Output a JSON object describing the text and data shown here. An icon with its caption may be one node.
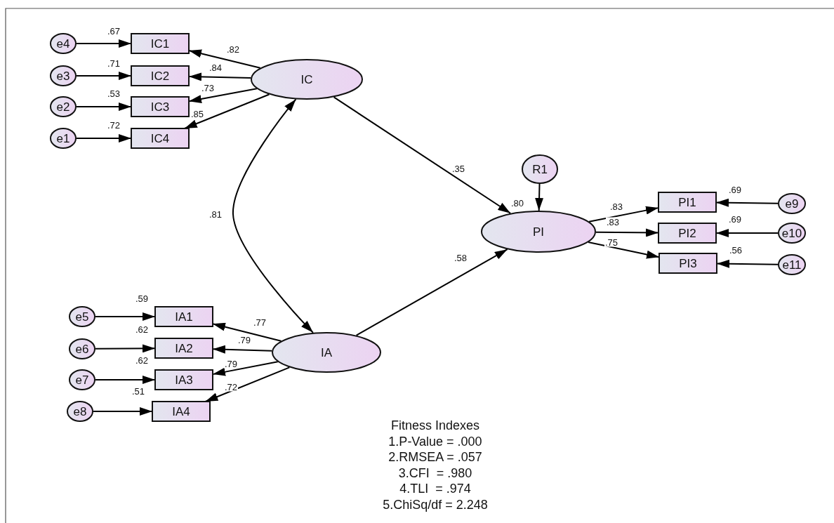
{
  "diagram": {
    "nodes": [
      {
        "text": [
          "e4"
        ]
      },
      {
        "text": [
          "IC1"
        ],
        "beside": [
          ".67"
        ]
      },
      {
        "text": [
          "e3"
        ]
      },
      {
        "text": [
          "IC2"
        ],
        "beside": [
          ".71"
        ]
      },
      {
        "text": [
          "e2"
        ]
      },
      {
        "text": [
          "IC3"
        ],
        "beside": [
          ".53"
        ]
      },
      {
        "text": [
          "e1"
        ]
      },
      {
        "text": [
          "IC4"
        ],
        "beside": [
          ".72"
        ]
      },
      {
        "text": [
          "IC"
        ]
      },
      {
        "text": [
          "R1"
        ]
      },
      {
        "text": [
          "PI"
        ],
        "beside": [
          ".80"
        ]
      },
      {
        "text": [
          "PI1"
        ],
        "beside": [
          ".69"
        ]
      },
      {
        "text": [
          "e9"
        ]
      },
      {
        "text": [
          "PI2"
        ],
        "beside": [
          ".69"
        ]
      },
      {
        "text": [
          "e10"
        ]
      },
      {
        "text": [
          "PI3"
        ],
        "beside": [
          ".56"
        ]
      },
      {
        "text": [
          "e11"
        ]
      },
      {
        "text": [
          "e5"
        ]
      },
      {
        "text": [
          "IA1"
        ],
        "beside": [
          ".59"
        ]
      },
      {
        "text": [
          "e6"
        ]
      },
      {
        "text": [
          "IA2"
        ],
        "beside": [
          ".62"
        ]
      },
      {
        "text": [
          "e7"
        ]
      },
      {
        "text": [
          "IA3"
        ],
        "beside": [
          ".62"
        ]
      },
      {
        "text": [
          "e8"
        ]
      },
      {
        "text": [
          "IA4"
        ],
        "beside": [
          ".51"
        ]
      },
      {
        "text": [
          "IA"
        ]
      }
    ],
    "edges": [
      {
        "from": 0,
        "to": 1,
        "arrow": "to"
      },
      {
        "from": 2,
        "to": 3,
        "arrow": "to"
      },
      {
        "from": 4,
        "to": 5,
        "arrow": "to"
      },
      {
        "from": 6,
        "to": 7,
        "arrow": "to"
      },
      {
        "from": 8,
        "to": 1,
        "arrow": "to",
        "label": ".82"
      },
      {
        "from": 8,
        "to": 3,
        "arrow": "to",
        "label": ".84"
      },
      {
        "from": 8,
        "to": 5,
        "arrow": "to",
        "label": ".73"
      },
      {
        "from": 8,
        "to": 7,
        "arrow": "to",
        "label": ".85"
      },
      {
        "from": 8,
        "to": 25,
        "arrow": "both",
        "label": ".81"
      },
      {
        "from": 8,
        "to": 10,
        "arrow": "to",
        "label": ".35"
      },
      {
        "from": 25,
        "to": 10,
        "arrow": "to",
        "label": ".58"
      },
      {
        "from": 9,
        "to": 10,
        "arrow": "to"
      },
      {
        "from": 10,
        "to": 11,
        "arrow": "to",
        "label": ".83"
      },
      {
        "from": 10,
        "to": 13,
        "arrow": "to",
        "label": ".83"
      },
      {
        "from": 10,
        "to": 15,
        "arrow": "to",
        "label": ".75"
      },
      {
        "from": 12,
        "to": 11,
        "arrow": "to"
      },
      {
        "from": 14,
        "to": 13,
        "arrow": "to"
      },
      {
        "from": 16,
        "to": 15,
        "arrow": "to"
      },
      {
        "from": 17,
        "to": 18,
        "arrow": "to"
      },
      {
        "from": 19,
        "to": 20,
        "arrow": "to"
      },
      {
        "from": 21,
        "to": 22,
        "arrow": "to"
      },
      {
        "from": 23,
        "to": 24,
        "arrow": "to"
      },
      {
        "from": 25,
        "to": 18,
        "arrow": "to",
        "label": ".77"
      },
      {
        "from": 25,
        "to": 20,
        "arrow": "to",
        "label": ".79"
      },
      {
        "from": 25,
        "to": 22,
        "arrow": "to",
        "label": ".79"
      },
      {
        "from": 25,
        "to": 24,
        "arrow": "to",
        "label": ".72"
      }
    ],
    "labels": [
      "Fitness Indexes",
      "1.P-Value = .000",
      "2.RMSEA = .057",
      "3.CFI  = .980",
      "4.TLI  = .974",
      "5.ChiSq/df = 2.248"
    ]
  }
}
